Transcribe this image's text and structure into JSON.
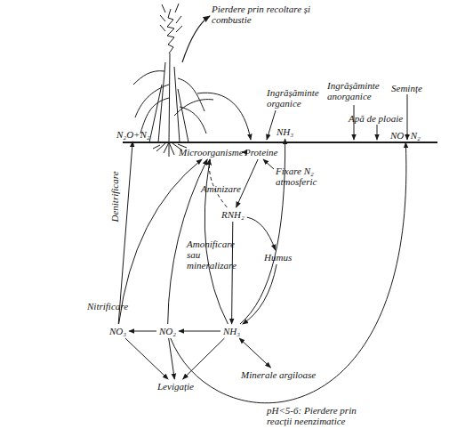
{
  "diagram": {
    "nodes": [
      {
        "text": [
          "Microorganisme"
        ]
      },
      {
        "text": [
          "Proteine"
        ]
      },
      {
        "text": [
          "RNH₂"
        ]
      },
      {
        "text": [
          "Humus"
        ]
      },
      {
        "text": [
          "NH₃"
        ]
      },
      {
        "text": [
          "NO₂"
        ]
      },
      {
        "text": [
          "NO₃"
        ]
      },
      {
        "text": [
          "Levigație"
        ]
      },
      {
        "text": [
          "Minerale argiloase"
        ]
      },
      {
        "text": [
          "N₂O+N₂"
        ]
      },
      {
        "text": [
          "NH₃"
        ]
      },
      {
        "text": [
          "NO+N₂"
        ]
      }
    ],
    "edges": [
      {
        "from": 0,
        "to": 1,
        "arrow": "to"
      },
      {
        "from": 1,
        "to": 2,
        "arrow": "to",
        "label": "Aminizare"
      },
      {
        "from": 2,
        "to": 4,
        "arrow": "to",
        "label": "Amonificare sau mineralizare"
      },
      {
        "from": 2,
        "to": 3,
        "arrow": "to"
      },
      {
        "from": 3,
        "to": 4,
        "arrow": "to"
      },
      {
        "from": 4,
        "to": 5,
        "arrow": "to"
      },
      {
        "from": 5,
        "to": 6,
        "arrow": "to"
      },
      {
        "from": 6,
        "to": 7,
        "arrow": "to"
      },
      {
        "from": 5,
        "to": 7,
        "arrow": "to"
      },
      {
        "from": 4,
        "to": 7,
        "arrow": "to"
      },
      {
        "from": 4,
        "to": 8,
        "arrow": "both"
      },
      {
        "from": 6,
        "to": 9,
        "arrow": "to"
      },
      {
        "from": 4,
        "to": 10,
        "arrow": "to"
      },
      {
        "from": 5,
        "to": 11,
        "arrow": "to",
        "label": "pH<5-6: Pierdere prin reacții neenzimatice"
      },
      {
        "from": 6,
        "to": 0,
        "arrow": "to"
      },
      {
        "from": 5,
        "to": 0,
        "arrow": "to"
      },
      {
        "from": 4,
        "to": 0,
        "arrow": "to"
      },
      {
        "from": 2,
        "to": 0,
        "arrow": "to"
      }
    ],
    "labels": [
      "Pierdere prin recoltare și combustie",
      "Ingrășăminte organice",
      "Ingrășăminte anorganice",
      "Apă de ploaie",
      "Semințe",
      "Fixare N₂ atmosferic",
      "Nitrificare",
      "Denitrificare"
    ]
  }
}
